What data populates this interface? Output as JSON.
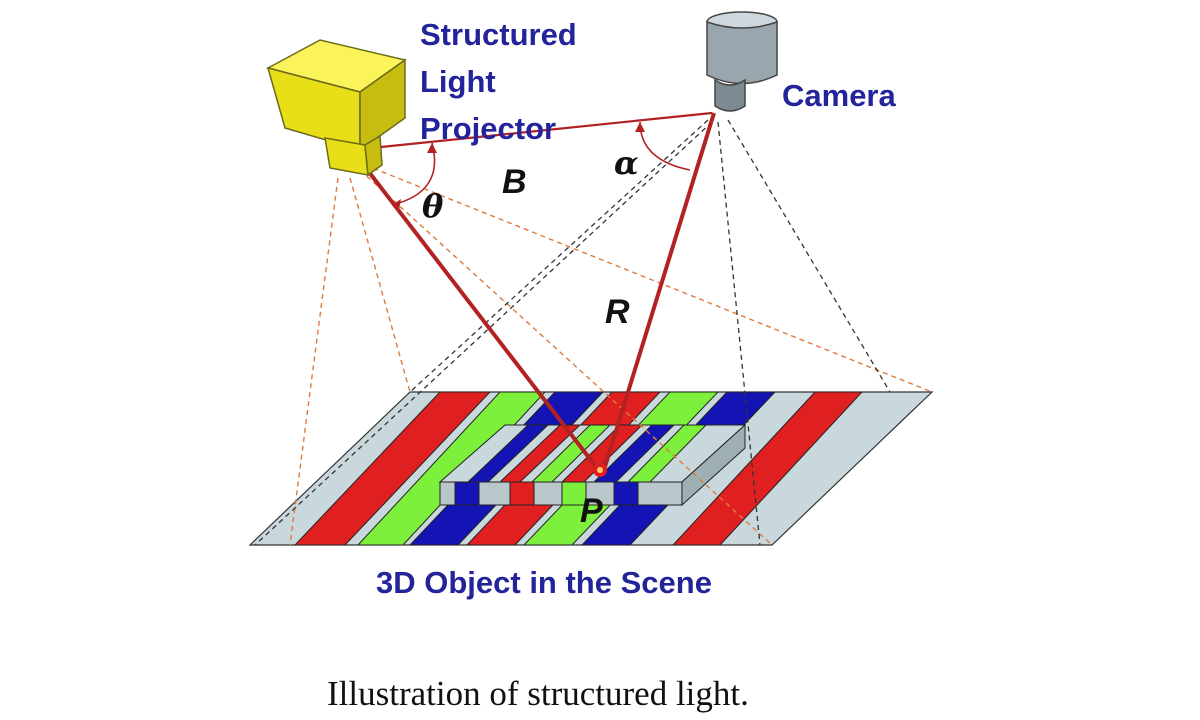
{
  "labels": {
    "projector_line1": "Structured",
    "projector_line2": "Light",
    "projector_line3": "Projector",
    "camera": "Camera",
    "object": "3D Object in the Scene"
  },
  "symbols": {
    "baseline": "B",
    "range": "R",
    "point": "P",
    "projector_angle": "θ",
    "camera_angle": "α"
  },
  "caption": "Illustration of structured light.",
  "colors": {
    "label_text": "#23239a",
    "ray": "#b22222",
    "projector_fan": "#e07a3c",
    "camera_fan": "#333333",
    "stripe_red": "#e02020",
    "stripe_green": "#7cf03a",
    "stripe_blue": "#1414b4",
    "stripe_gray": "#c8d8dc",
    "projector_body": "#f2e81c",
    "camera_body": "#9aa6ad"
  },
  "icons": {
    "projector": "projector-icon",
    "camera": "camera-icon"
  }
}
